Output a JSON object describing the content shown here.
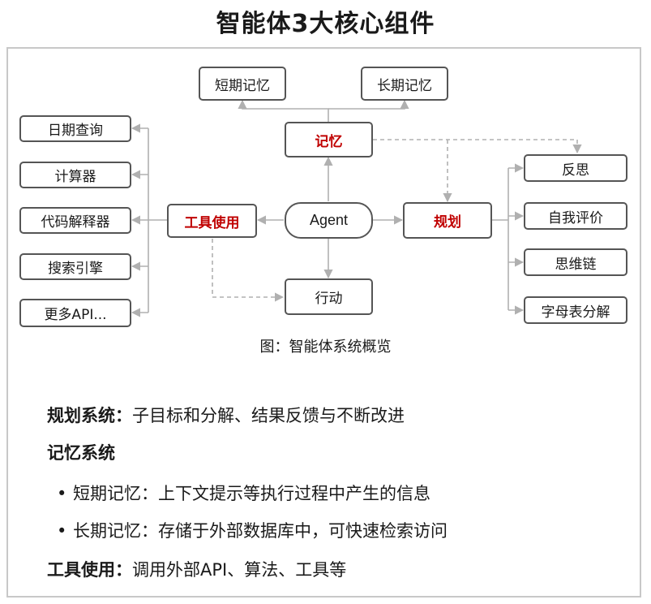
{
  "title": "智能体3大核心组件",
  "diagram": {
    "agent": "Agent",
    "memory": "记忆",
    "short_term": "短期记忆",
    "long_term": "长期记忆",
    "tool_use": "工具使用",
    "planning": "规划",
    "action": "行动",
    "tools": [
      "日期查询",
      "计算器",
      "代码解释器",
      "搜索引擎",
      "更多API..."
    ],
    "planning_items": [
      "反思",
      "自我评价",
      "思维链",
      "字母表分解"
    ],
    "caption": "图：智能体系统概览"
  },
  "descriptions": {
    "planning_label": "规划系统：",
    "planning_text": "子目标和分解、结果反馈与不断改进",
    "memory_label": "记忆系统",
    "bullet": "•",
    "short_term_text": "短期记忆：上下文提示等执行过程中产生的信息",
    "long_term_text": "长期记忆：存储于外部数据库中，可快速检索访问",
    "tool_label": "工具使用：",
    "tool_text": "调用外部API、算法、工具等"
  },
  "colors": {
    "accent": "#c00000",
    "border": "#555555",
    "arrow": "#b0b0b0"
  }
}
